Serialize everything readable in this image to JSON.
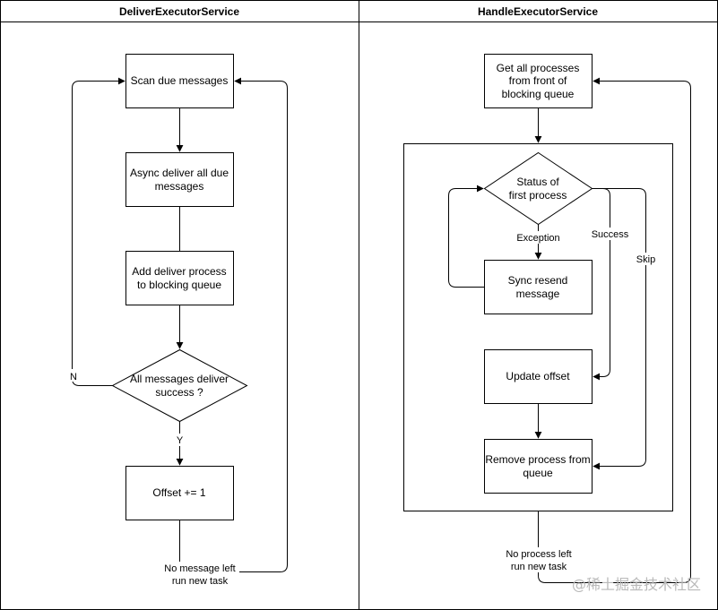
{
  "lanes": {
    "left_title": "DeliverExecutorService",
    "right_title": "HandleExecutorService"
  },
  "left": {
    "scan": "Scan due messages",
    "async_1": "Async deliver all due",
    "async_2": "messages",
    "add_1": "Add deliver process",
    "add_2": "to blocking queue",
    "decision_1": "All messages deliver",
    "decision_2": "success ?",
    "offset": "Offset += 1",
    "label_n": "N",
    "label_y": "Y",
    "no_msg_1": "No message left",
    "no_msg_2": "run new task"
  },
  "right": {
    "get_1": "Get all processes",
    "get_2": "from front of",
    "get_3": "blocking queue",
    "status_1": "Status of",
    "status_2": "first process",
    "exception": "Exception",
    "success": "Success",
    "skip": "Skip",
    "resend_1": "Sync resend",
    "resend_2": "message",
    "update": "Update offset",
    "remove_1": "Remove process from",
    "remove_2": "queue",
    "no_proc_1": "No process left",
    "no_proc_2": "run new task"
  },
  "watermark": "@稀土掘金技术社区",
  "colors": {
    "stroke": "#000000",
    "background": "#ffffff",
    "watermark": "#b9b9b9"
  }
}
